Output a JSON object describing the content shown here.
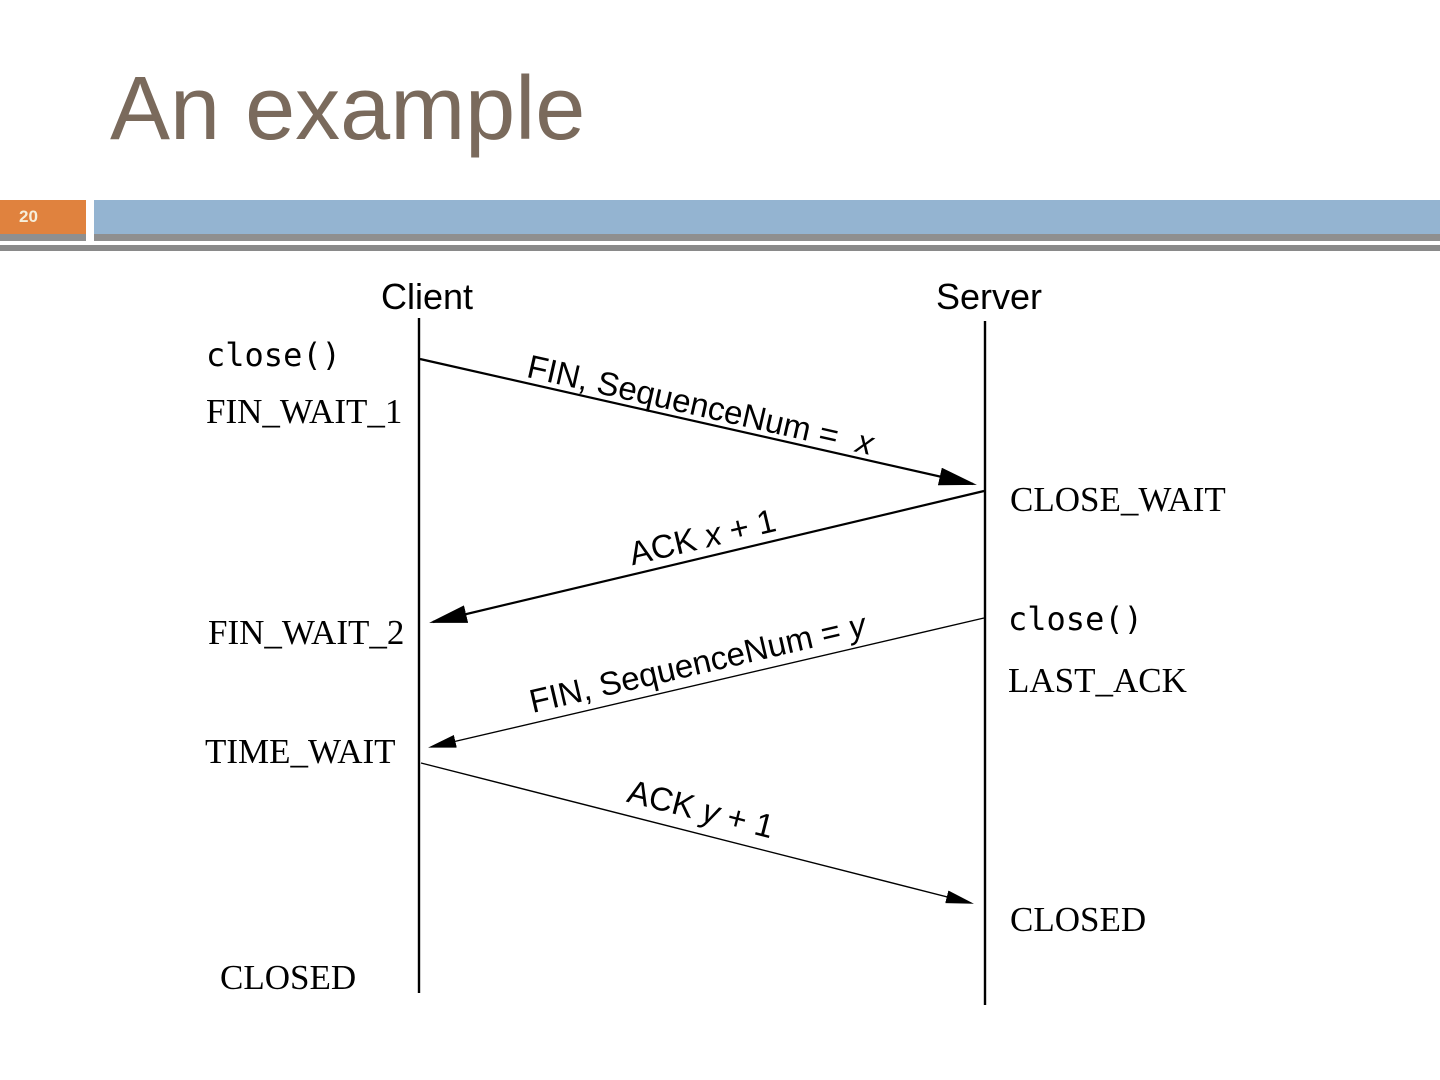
{
  "slide": {
    "title": "An example",
    "page_number": "20"
  },
  "diagram": {
    "client_label": "Client",
    "server_label": "Server",
    "messages": {
      "fin_x": {
        "prefix": "FIN, SequenceNum = ",
        "variable": "x",
        "suffix": ""
      },
      "ack_x": {
        "prefix": "ACK ",
        "variable": "x",
        "suffix": " + 1"
      },
      "fin_y": {
        "prefix": "FIN, SequenceNum = ",
        "variable": "y",
        "suffix": ""
      },
      "ack_y": {
        "prefix": "ACK ",
        "variable": "y",
        "suffix": " + 1"
      }
    },
    "client_states": {
      "close_call": "close()",
      "fin_wait_1": "FIN_WAIT_1",
      "fin_wait_2": "FIN_WAIT_2",
      "time_wait": "TIME_WAIT",
      "closed": "CLOSED"
    },
    "server_states": {
      "close_wait": "CLOSE_WAIT",
      "close_call": "close()",
      "last_ack": "LAST_ACK",
      "closed": "CLOSED"
    }
  },
  "colors": {
    "title_text": "#7a6a5c",
    "page_badge_bg": "#e0823e",
    "page_badge_text": "#f6efdb",
    "accent_bar_blue": "#94b4d1",
    "rule_gray": "#8f8f8f",
    "diagram_ink": "#000000",
    "background": "#ffffff"
  }
}
